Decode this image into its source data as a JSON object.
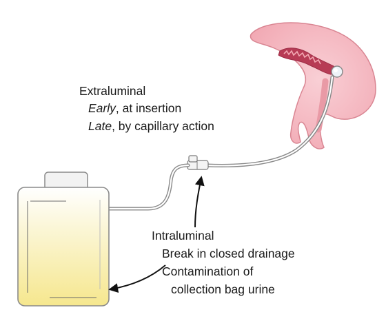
{
  "extraluminal": {
    "heading": "Extraluminal",
    "early_term": "Early",
    "early_rest": ", at insertion",
    "late_term": "Late",
    "late_rest": ", by capillary action"
  },
  "intraluminal": {
    "heading": "Intraluminal",
    "line1": "Break in closed drainage",
    "line2": "Contamination of",
    "line3": "collection bag urine"
  },
  "colors": {
    "bladder_outer": "#f4b8c0",
    "bladder_edge": "#d9838f",
    "bladder_lumen": "#b73b55",
    "bag_fill": "#f7eca0",
    "bag_outline": "#8a8a8a",
    "tube": "#8a8a8a",
    "arrow": "#111111"
  }
}
